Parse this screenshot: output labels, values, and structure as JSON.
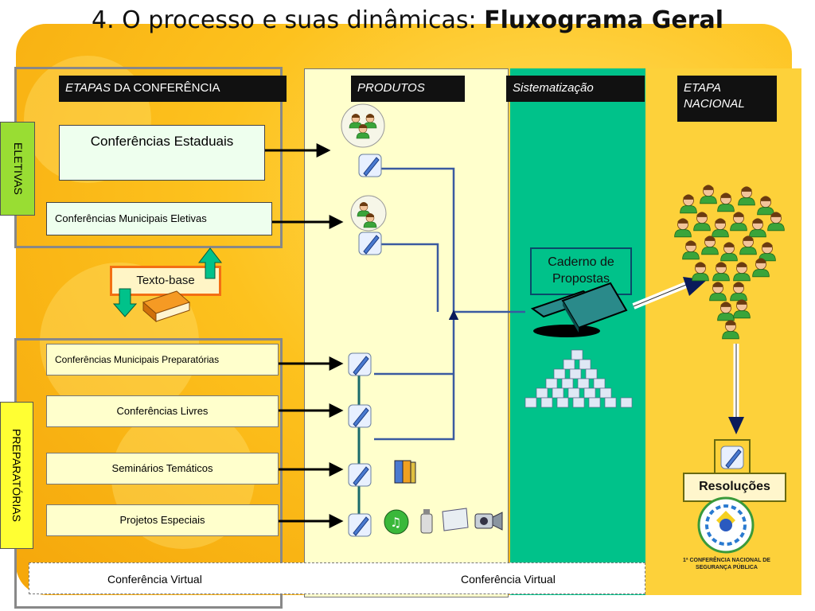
{
  "title": {
    "prefix": "4. O processo e suas dinâmicas: ",
    "bold": "Fluxograma Geral"
  },
  "headers": {
    "etapas_italic": "ETAPAS",
    "etapas_rest": " DA CONFERÊNCIA",
    "produtos": "PRODUTOS",
    "sistematizacao": "Sistematização",
    "etapa_nacional": "ETAPA NACIONAL"
  },
  "side_labels": {
    "eletivas": "ELETIVAS",
    "preparatorias": "PREPARATÓRIAS"
  },
  "boxes": {
    "conferencias_estaduais": "Conferências Estaduais",
    "conferencias_municipais_eletivas": "Conferências Municipais Eletivas",
    "conferencias_municipais_preparatorias": "Conferências Municipais Preparatórias",
    "conferencias_livres": "Conferências Livres",
    "seminarios_tematicos": "Seminários Temáticos",
    "projetos_especiais": "Projetos Especiais"
  },
  "texto_base": "Texto-base",
  "caderno_de_propostas": "Caderno de Propostas",
  "resolucoes": "Resoluções",
  "virtual": {
    "left": "Conferência Virtual",
    "right": "Conferência Virtual"
  },
  "logo_caption": "1ª CONFERÊNCIA NACIONAL DE SEGURANÇA PÚBLICA",
  "colors": {
    "products_bg": "#ffffcc",
    "system_bg": "#00c28a",
    "orange_bg": "#fdc21e",
    "accent_orange": "#f36f13"
  },
  "icons": [
    "people-group-icon",
    "document-icon",
    "book-icon",
    "binder-icon",
    "document-pyramid-icon",
    "music-icon",
    "spray-icon",
    "scroll-icon",
    "video-camera-icon",
    "crowd-icon",
    "logo-seal-icon"
  ]
}
